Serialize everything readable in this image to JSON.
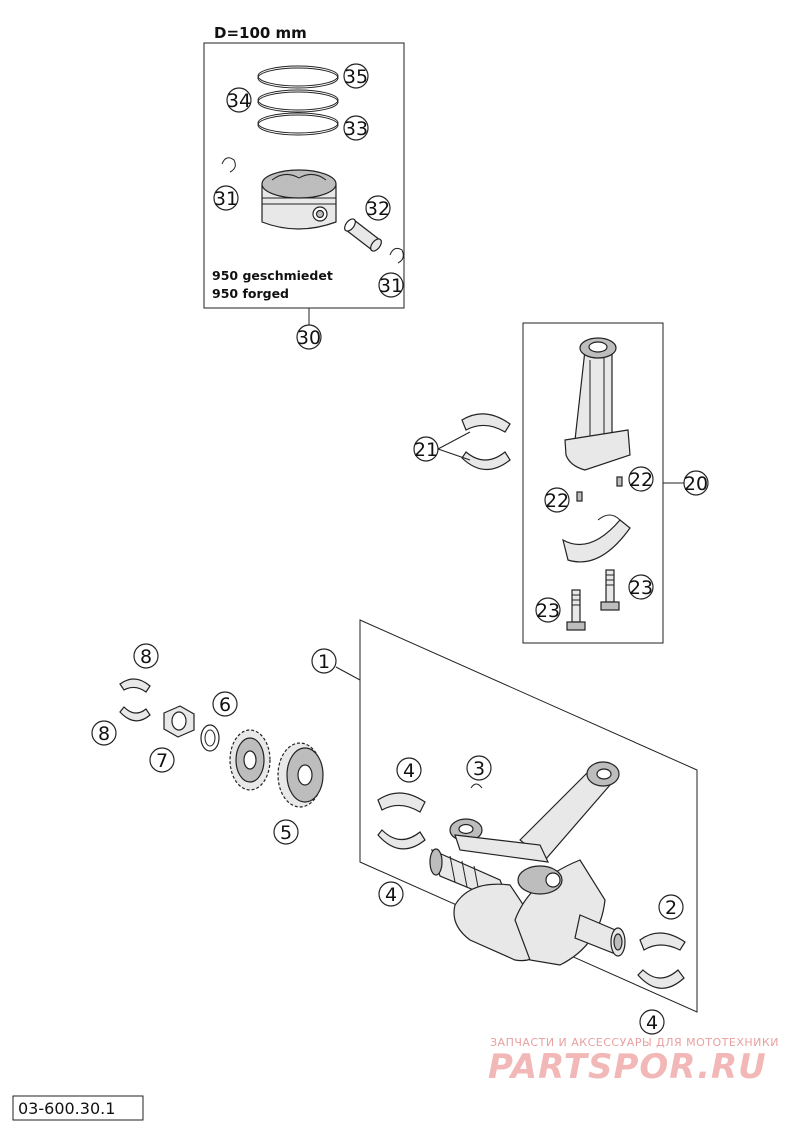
{
  "header": {
    "bore_label": "D=100 mm"
  },
  "piston_note": {
    "line1": "950 geschmiedet",
    "line2": "950 forged"
  },
  "diagram_code": "03-600.30.1",
  "watermark": {
    "line1": "ЗАПЧАСТИ И АКСЕССУАРЫ ДЛЯ МОТОТЕХНИКИ",
    "line2": "PARTSPOR.RU"
  },
  "callouts": {
    "c35": "35",
    "c34": "34",
    "c33": "33",
    "c31a": "31",
    "c32": "32",
    "c31b": "31",
    "c30": "30",
    "c21": "21",
    "c20": "20",
    "c22a": "22",
    "c22b": "22",
    "c23a": "23",
    "c23b": "23",
    "c1": "1",
    "c8a": "8",
    "c8b": "8",
    "c6": "6",
    "c7": "7",
    "c5": "5",
    "c4a": "4",
    "c3": "3",
    "c4b": "4",
    "c2": "2",
    "c4c": "4"
  }
}
